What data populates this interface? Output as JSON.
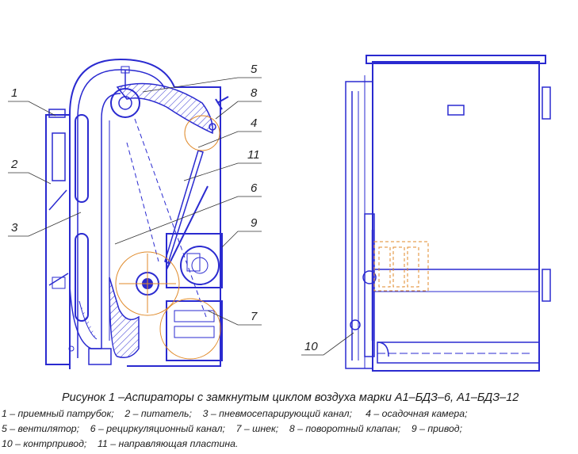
{
  "figure": {
    "title": "Рисунок 1 –Аспираторы с замкнутым циклом воздуха марки А1–БДЗ–6, А1–БДЗ–12",
    "callouts": {
      "c1": "1",
      "c2": "2",
      "c3": "3",
      "c4": "4",
      "c5": "5",
      "c6": "6",
      "c7": "7",
      "c8": "8",
      "c9": "9",
      "c10": "10",
      "c11": "11"
    },
    "legend": {
      "l1": "1 – приемный патрубок;",
      "l2": "2 – питатель;",
      "l3": "3 – пневмосепарирующий канал;",
      "l4": "4 – осадочная камера;",
      "l5": "5 – вентилятор;",
      "l6": "6 – рециркуляционный канал;",
      "l7": "7 – шнек;",
      "l8": "8 – поворотный клапан;",
      "l9": "9 – привод;",
      "l10": "10 – контрпривод;",
      "l11": "11 – направляющая пластина."
    }
  },
  "colors": {
    "line": "#2a2ad0",
    "accent": "#e08a2a",
    "leader": "#333333"
  }
}
